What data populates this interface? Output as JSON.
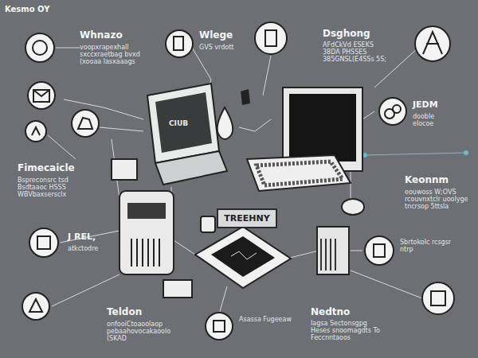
{
  "diagram": {
    "title": "Kesmo OY",
    "nodes": [
      {
        "text": [
          "TREEHNY"
        ]
      }
    ],
    "labels": [
      "Whnazo",
      "voopxrapexhall sxccxraetbag bvxd (xooaa lasxaaags",
      "Wlege",
      "GVS vrdott",
      "Dsghong",
      "AFdCkVd ESEKS 38DA PHSSES 385GNSL(E4SSs 5S;",
      "JEDM",
      "dooble elocoe",
      "Fimecaicle",
      "Bspreconsrc tsd Bsdtaaoc HSSS WBVbaxsersclx",
      "Keonnm",
      "eouwoss W;OVS rcouvnxtclr uoolyge tncrsop 5ttsla",
      "J REL,",
      "atkctodre",
      "Sbrtokolc rcsgsr ntrp",
      "Teldon",
      "onfooiCtoaoolaop pebaahovocakaoolo (SKAD",
      "Nedtno",
      "Iagsa Sectonsgpg Heses snoomagdts To Feccnntaoos",
      "Asassa Fugeeaw",
      "CIUB"
    ]
  }
}
